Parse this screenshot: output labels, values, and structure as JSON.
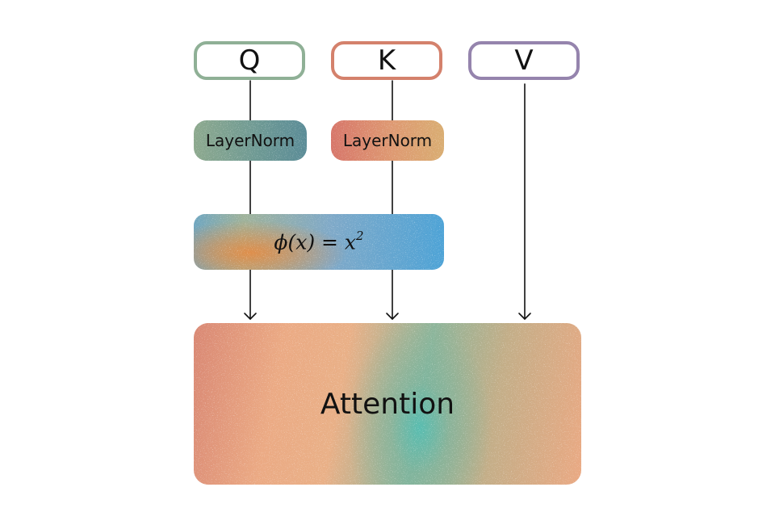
{
  "inputs": {
    "q_label": "Q",
    "k_label": "K",
    "v_label": "V"
  },
  "norm": {
    "q_label": "LayerNorm",
    "k_label": "LayerNorm"
  },
  "feature_map": {
    "formula_base": "ϕ(x) = x",
    "formula_exponent": "2"
  },
  "attention": {
    "label": "Attention"
  },
  "colors": {
    "q_accent": "#8fb096",
    "k_accent": "#d4816c",
    "v_accent": "#9584ad",
    "feature_map_blue": "#4ea3d6",
    "feature_map_orange": "#e28c46",
    "attention_peach": "#eaa983",
    "attention_teal": "#50beb4"
  }
}
